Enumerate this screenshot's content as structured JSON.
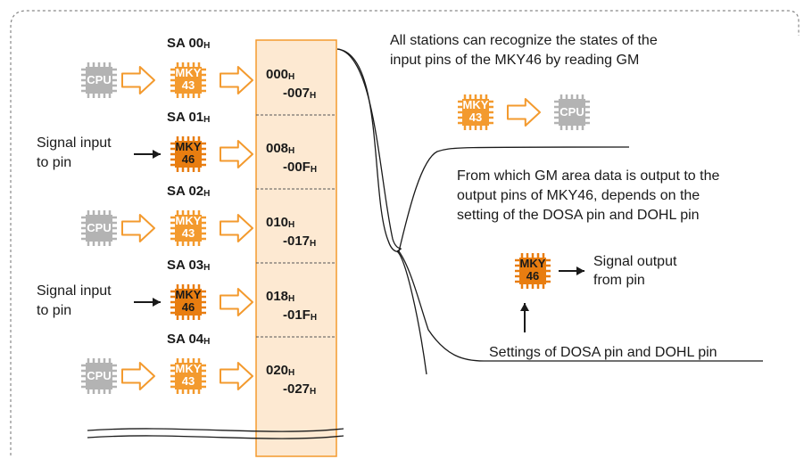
{
  "gm": {
    "title": "GM"
  },
  "colors": {
    "orange": "#f39a2e",
    "dark_orange": "#e87d10",
    "light_orange": "#fde9d2",
    "gray": "#b3b3b3",
    "line": "#1a1a1a",
    "dash": "#888888"
  },
  "stations": [
    {
      "sa": "SA 00",
      "sa_suffix": "H",
      "type": "MKY43",
      "chip_top": "MKY",
      "chip_bottom": "43",
      "has_cpu": true,
      "addr_start": "000",
      "addr_end": "-007",
      "addr_suffix": "H"
    },
    {
      "sa": "SA 01",
      "sa_suffix": "H",
      "type": "MKY46",
      "chip_top": "MKY",
      "chip_bottom": "46",
      "has_cpu": false,
      "input_label": "Signal input\nto pin",
      "addr_start": "008",
      "addr_end": "-00F",
      "addr_suffix": "H"
    },
    {
      "sa": "SA 02",
      "sa_suffix": "H",
      "type": "MKY43",
      "chip_top": "MKY",
      "chip_bottom": "43",
      "has_cpu": true,
      "addr_start": "010",
      "addr_end": "-017",
      "addr_suffix": "H"
    },
    {
      "sa": "SA 03",
      "sa_suffix": "H",
      "type": "MKY46",
      "chip_top": "MKY",
      "chip_bottom": "46",
      "has_cpu": false,
      "input_label": "Signal input\nto pin",
      "addr_start": "018",
      "addr_end": "-01F",
      "addr_suffix": "H"
    },
    {
      "sa": "SA 04",
      "sa_suffix": "H",
      "type": "MKY43",
      "chip_top": "MKY",
      "chip_bottom": "43",
      "has_cpu": true,
      "addr_start": "020",
      "addr_end": "-027",
      "addr_suffix": "H"
    }
  ],
  "cpu_label": "CPU",
  "right_panel": {
    "top_text": "All stations can recognize the states of the\ninput pins of the MKY46 by reading GM",
    "top_chip_top": "MKY",
    "top_chip_bottom": "43",
    "middle_text": "From which GM area data is output to the\noutput pins of MKY46, depends on the\nsetting of the DOSA pin and DOHL pin",
    "out_chip_top": "MKY",
    "out_chip_bottom": "46",
    "output_label": "Signal output\nfrom pin",
    "bottom_text": "Settings of DOSA pin and DOHL pin"
  }
}
